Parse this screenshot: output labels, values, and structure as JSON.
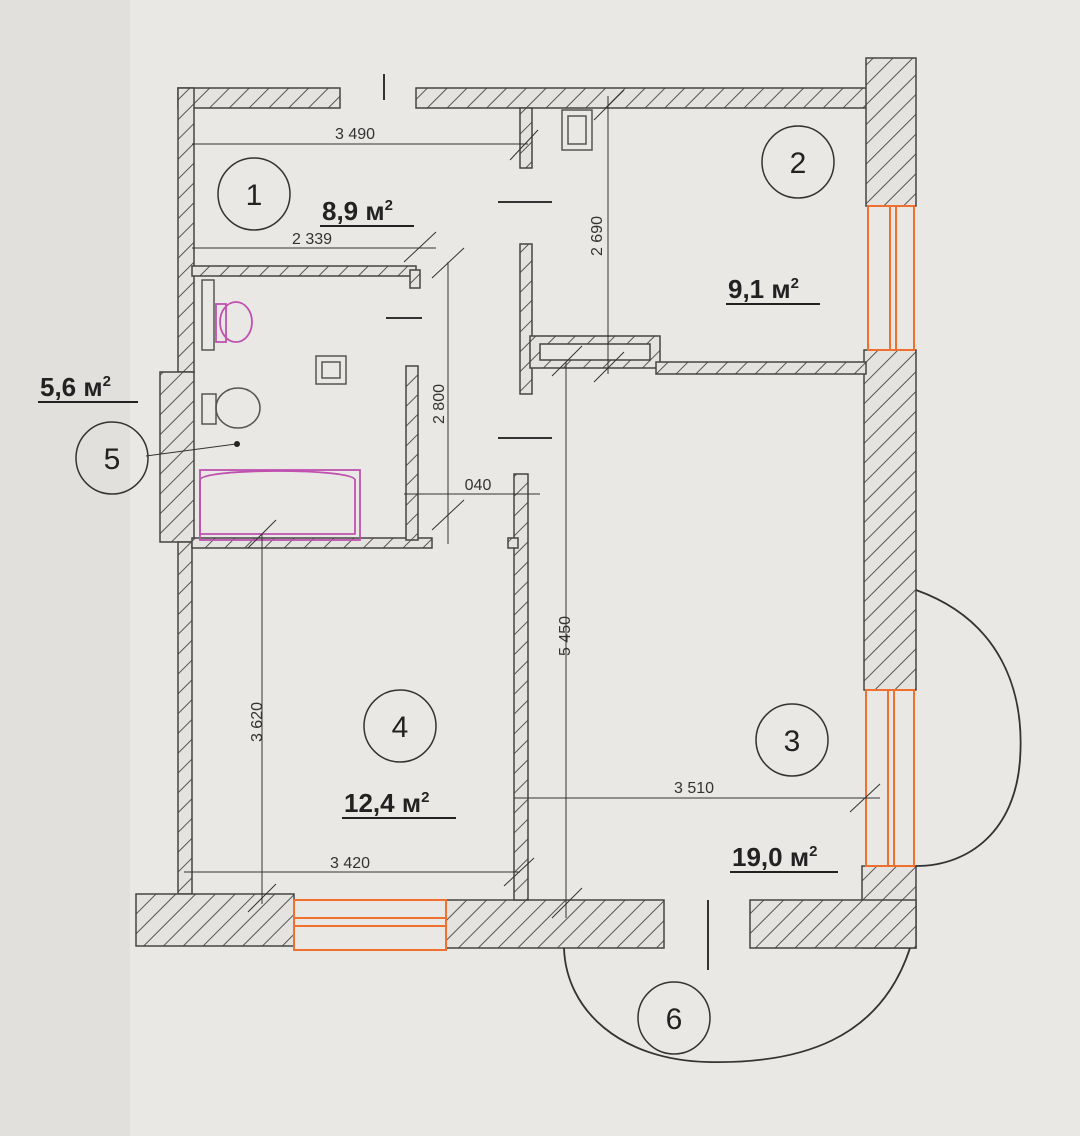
{
  "rooms": [
    {
      "number": "1",
      "area": "8,9 м",
      "unit_sup": "2"
    },
    {
      "number": "2",
      "area": "9,1 м",
      "unit_sup": "2"
    },
    {
      "number": "3",
      "area": "19,0 м",
      "unit_sup": "2"
    },
    {
      "number": "4",
      "area": "12,4 м",
      "unit_sup": "2"
    },
    {
      "number": "5",
      "area": "5,6 м",
      "unit_sup": "2"
    },
    {
      "number": "6"
    }
  ],
  "dimensions": {
    "d3490": "3 490",
    "d2339": "2 339",
    "d2690": "2 690",
    "d2800": "2 800",
    "d040": "040",
    "d5450": "5 450",
    "d3620": "3 620",
    "d3510": "3 510",
    "d3420": "3 420"
  },
  "colors": {
    "wall_hatch": "#555555",
    "window": "#f07030",
    "fixtures": "#c050b0",
    "background": "#e9e8e5"
  }
}
